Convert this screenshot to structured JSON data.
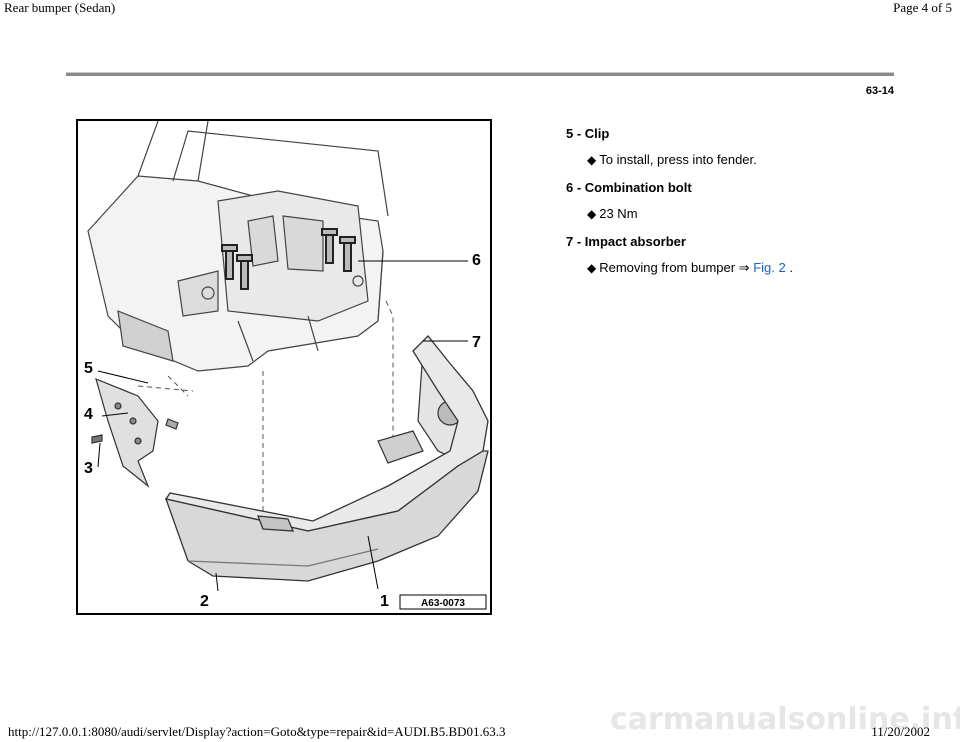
{
  "header": {
    "title": "Rear bumper (Sedan)",
    "page": "Page 4 of 5"
  },
  "page_code": "63-14",
  "figure": {
    "callouts": [
      "1",
      "2",
      "3",
      "4",
      "5",
      "6",
      "7"
    ],
    "code": "A63-0073"
  },
  "items": [
    {
      "heading": "5 - Clip",
      "bullets": [
        {
          "text": "To install, press into fender."
        }
      ]
    },
    {
      "heading": "6 - Combination bolt",
      "bullets": [
        {
          "text": "23 Nm"
        }
      ]
    },
    {
      "heading": "7 - Impact absorber",
      "bullets": [
        {
          "text": "Removing from bumper ⇒ ",
          "link": "Fig. 2",
          "after": " ."
        }
      ]
    }
  ],
  "footer": {
    "url": "http://127.0.0.1:8080/audi/servlet/Display?action=Goto&type=repair&id=AUDI.B5.BD01.63.3",
    "date": "11/20/2002",
    "watermark": "carmanualsonline.info"
  }
}
